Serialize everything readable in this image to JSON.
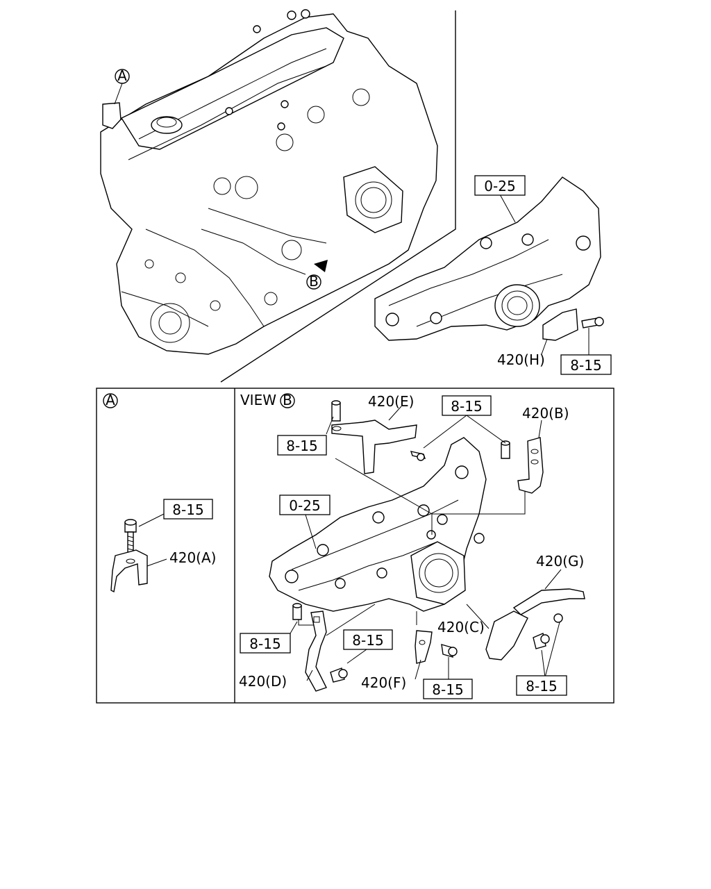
{
  "callouts": {
    "circle_a_top": "A",
    "circle_b_top": "B",
    "circle_a_panel": "A",
    "circle_b_view": "B"
  },
  "top_labels": {
    "intake_ref": "0-25",
    "bracket_h": "420(H)",
    "bolt_h": "8-15"
  },
  "panel_a": {
    "bolt_ref": "8-15",
    "bracket_a": "420(A)"
  },
  "panel_b": {
    "view_label": "VIEW",
    "bracket_e": "420(E)",
    "bracket_b": "420(B)",
    "bolt_e_left": "8-15",
    "bolt_e_right": "8-15",
    "manifold_ref": "0-25",
    "bracket_g": "420(G)",
    "bracket_c": "420(C)",
    "bolt_d_top": "8-15",
    "bolt_d_mid": "8-15",
    "bracket_d": "420(D)",
    "bracket_f": "420(F)",
    "bolt_f": "8-15",
    "bolt_c": "8-15"
  }
}
